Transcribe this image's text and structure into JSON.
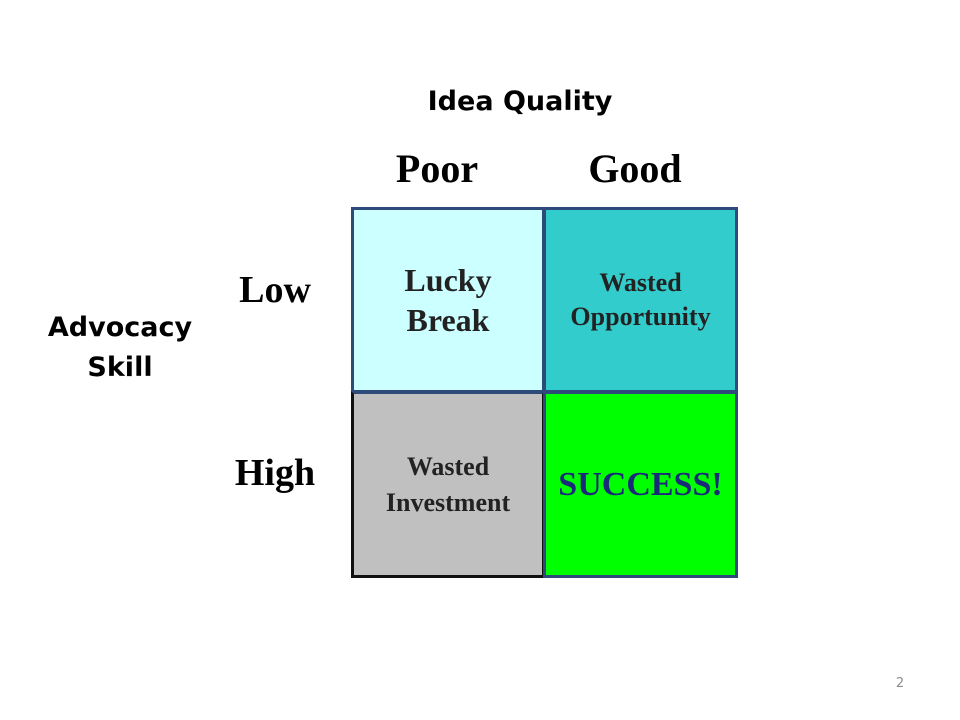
{
  "x_axis": {
    "title": "Idea Quality",
    "columns": [
      "Poor",
      "Good"
    ]
  },
  "y_axis": {
    "title_lines": [
      "Advocacy",
      "Skill"
    ],
    "rows": [
      "Low",
      "High"
    ]
  },
  "cells": {
    "low_poor": {
      "lines": [
        "Lucky",
        "Break"
      ],
      "color": "#ccffff"
    },
    "low_good": {
      "lines": [
        "Wasted",
        "Opportunity"
      ],
      "color": "#33cccc"
    },
    "high_poor": {
      "lines": [
        "Wasted",
        "Investment"
      ],
      "color": "#c0c0c0"
    },
    "high_good": {
      "lines": [
        "SUCCESS!"
      ],
      "color": "#00ff00"
    }
  },
  "colors": {
    "cell_border": "#2e4a7a"
  },
  "page_number": "2"
}
